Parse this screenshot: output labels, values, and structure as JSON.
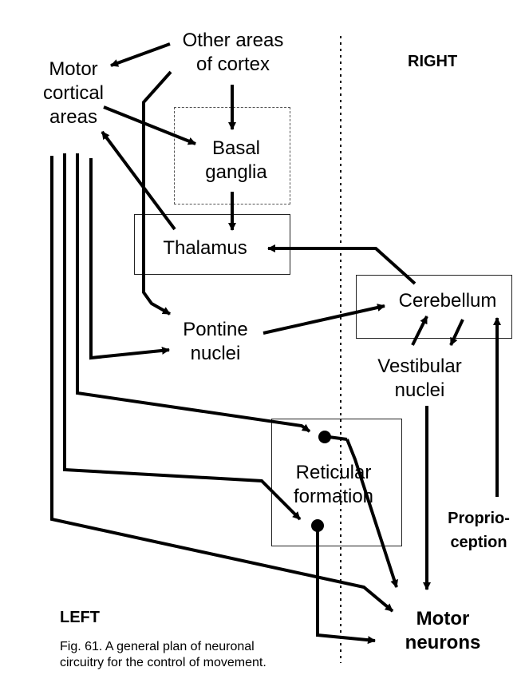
{
  "nodes": {
    "other_cortex": {
      "line1": "Other areas",
      "line2": "of cortex"
    },
    "motor_cortical": {
      "line1": "Motor",
      "line2": "cortical",
      "line3": "areas"
    },
    "basal_ganglia": {
      "line1": "Basal",
      "line2": "ganglia"
    },
    "thalamus": {
      "text": "Thalamus"
    },
    "pontine": {
      "line1": "Pontine",
      "line2": "nuclei"
    },
    "cerebellum": {
      "text": "Cerebellum"
    },
    "vestibular": {
      "line1": "Vestibular",
      "line2": "nuclei"
    },
    "reticular": {
      "line1": "Reticular",
      "line2": "formation"
    },
    "motor_neurons": {
      "line1": "Motor",
      "line2": "neurons"
    },
    "proprioception": {
      "line1": "Proprio-",
      "line2": "ception"
    }
  },
  "sides": {
    "left": "LEFT",
    "right": "RIGHT"
  },
  "caption": {
    "line1": "Fig. 61.  A general plan of neuronal",
    "line2": "circuitry for the control of movement."
  },
  "colors": {
    "ink": "#000000",
    "background": "#ffffff"
  }
}
